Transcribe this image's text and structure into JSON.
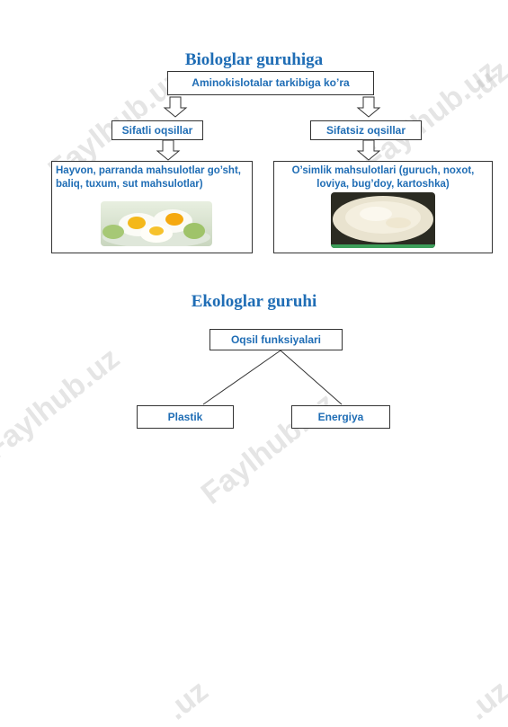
{
  "biologists": {
    "title": "Biologlar guruhiga",
    "root": "Aminokislotalar tarkibiga ko’ra",
    "left_category": "Sifatli oqsillar",
    "right_category": "Sifatsiz  oqsillar",
    "left_desc": "Hayvon, parranda mahsulotlar go’sht, baliq, tuxum, sut mahsulotlar)",
    "right_desc": "O’simlik  mahsulotlari (guruch, noxot, loviya, bug’doy, kartoshka)"
  },
  "ecologists": {
    "title": "Ekologlar guruhi",
    "root": "Oqsil funksiyalari",
    "left": "Plastik",
    "right": "Energiya"
  },
  "watermarks": [
    "Faylhub.uz",
    "Faylhub.uz",
    "Faylhub.uz",
    "Faylhub.uz",
    ".uz",
    ".uz",
    ".uz"
  ],
  "colors": {
    "accent": "#1f6db5",
    "border": "#333333"
  }
}
